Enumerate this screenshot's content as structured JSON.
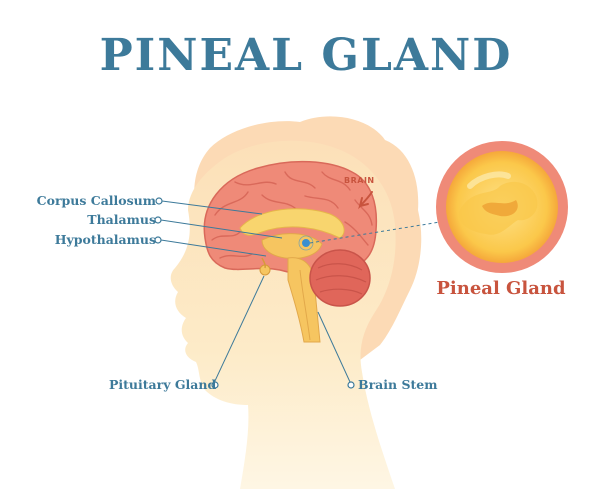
{
  "title": "PINEAL GLAND",
  "brain_label": "BRAIN",
  "zoom_label": "Pineal Gland",
  "labels": {
    "corpus_callosum": "Corpus Callosum",
    "thalamus": "Thalamus",
    "hypothalamus": "Hypothalamus",
    "pituitary_gland": "Pituitary Gland",
    "brain_stem": "Brain Stem"
  },
  "colors": {
    "title": "#3d7a9a",
    "accent": "#c8543e",
    "head": "#fde6c0",
    "brain": "#ef8a78",
    "inner": "#f6c560",
    "gland": "#3a8fd0"
  }
}
